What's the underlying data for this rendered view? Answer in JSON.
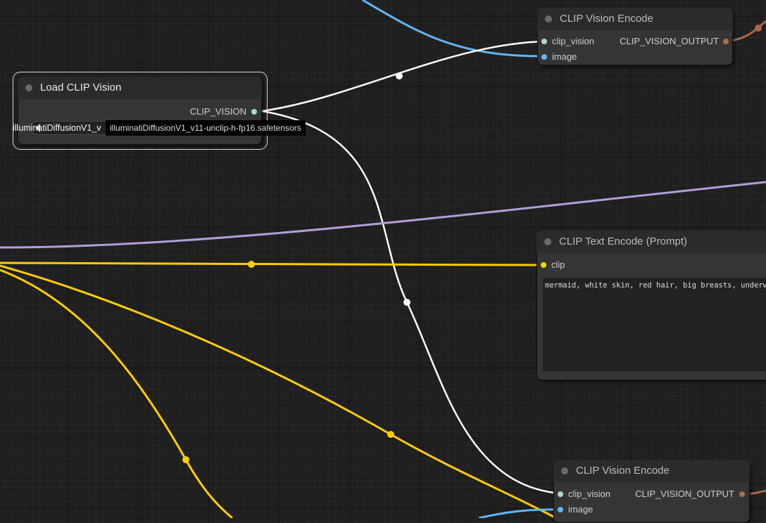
{
  "nodes": {
    "load_clip_vision": {
      "title": "Load CLIP Vision",
      "output_label": "CLIP_VISION",
      "widget_value": "illuminatiDiffusionV1_v",
      "widget_overlap_text": "illuminatiDiffusionV1_v",
      "tooltip": "illuminatiDiffusionV1_v11-unclip-h-fp16.safetensors"
    },
    "clip_vision_encode_top": {
      "title": "CLIP Vision Encode",
      "inputs": [
        "clip_vision",
        "image"
      ],
      "output_label": "CLIP_VISION_OUTPUT"
    },
    "clip_text_encode": {
      "title": "CLIP Text Encode (Prompt)",
      "input_label": "clip",
      "prompt_text": "mermaid, white skin, red hair, big breasts, underwater"
    },
    "clip_vision_encode_bottom": {
      "title": "CLIP Vision Encode",
      "inputs": [
        "clip_vision",
        "image"
      ],
      "output_label": "CLIP_VISION_OUTPUT"
    }
  },
  "colors": {
    "clip_vision": "#a8dadc",
    "image": "#64b5f6",
    "clip": "#ffd500",
    "conditioning": "#a27fd0",
    "clip_vision_output": "#a86f4b",
    "wire_white": "#ffffff",
    "wire_blue": "#64b5f6",
    "wire_purple": "#b39ddb",
    "wire_yellow": "#ffcc00",
    "wire_orange": "#a8694a"
  }
}
